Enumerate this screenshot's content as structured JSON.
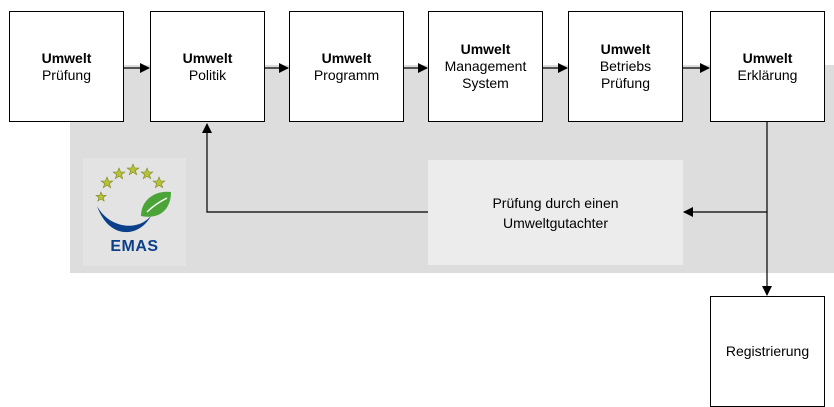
{
  "diagram": {
    "steps": [
      {
        "title": "Umwelt",
        "lines": [
          "Prüfung"
        ]
      },
      {
        "title": "Umwelt",
        "lines": [
          "Politik"
        ]
      },
      {
        "title": "Umwelt",
        "lines": [
          "Programm"
        ]
      },
      {
        "title": "Umwelt",
        "lines": [
          "Management",
          "System"
        ]
      },
      {
        "title": "Umwelt",
        "lines": [
          "Betriebs",
          "Prüfung"
        ]
      },
      {
        "title": "Umwelt",
        "lines": [
          "Erklärung"
        ]
      }
    ],
    "review": {
      "lines": [
        "Prüfung durch einen",
        "Umweltgutachter"
      ]
    },
    "registration": {
      "label": "Registrierung"
    },
    "logo": {
      "text": "EMAS"
    }
  },
  "colors": {
    "band": "#dddddd",
    "review_box": "#ececec",
    "logo_star": "#b7c13a",
    "logo_green": "#4aa437",
    "logo_blue": "#0b3f8a"
  }
}
